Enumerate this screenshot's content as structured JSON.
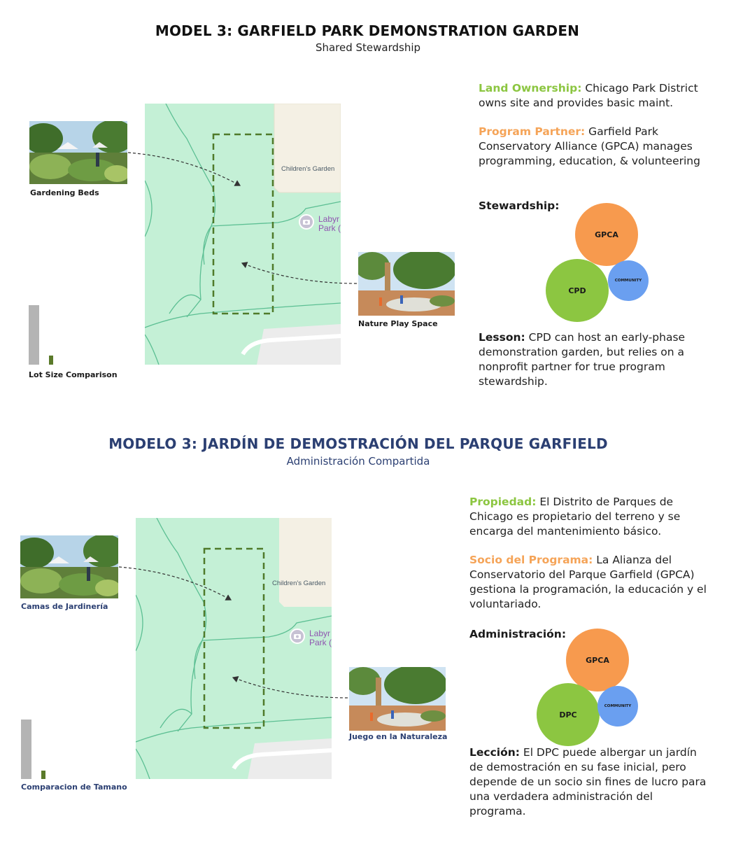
{
  "english": {
    "title": "MODEL 3: GARFIELD PARK DEMONSTRATION GARDEN",
    "subtitle": "Shared Stewardship",
    "map": {
      "childrens_garden": "Children's Garden",
      "poi_line1": "Labyr",
      "poi_line2": "Park ("
    },
    "photo_caption_1": "Gardening Beds",
    "photo_caption_2": "Nature Play Space",
    "lot_size_label": "Lot Size Comparison",
    "land_ownership_label": "Land Ownership:",
    "land_ownership_text": " Chicago Park District owns site and provides basic maint.",
    "program_partner_label": "Program Partner:",
    "program_partner_text": " Garfield Park Conservatory Alliance (GPCA) manages programming, education, & volunteering",
    "stewardship_label": "Stewardship:",
    "circle_gpca": "GPCA",
    "circle_main": "CPD",
    "circle_community": "COMMUNITY",
    "lesson_label": "Lesson:",
    "lesson_text": " CPD can host an early-phase demonstration garden, but relies on a nonprofit partner for true program stewardship."
  },
  "spanish": {
    "title": "MODELO 3: JARDÍN DE DEMOSTRACIÓN DEL PARQUE GARFIELD",
    "subtitle": "Administración Compartida",
    "map": {
      "childrens_garden": "Children's Garden",
      "poi_line1": "Labyr",
      "poi_line2": "Park ("
    },
    "photo_caption_1": "Camas de Jardinería",
    "photo_caption_2": "Juego en la Naturaleza",
    "lot_size_label": "Comparacion de Tamano",
    "land_ownership_label": "Propiedad:",
    "land_ownership_text": " El Distrito de Parques de Chicago es propietario del terreno y se encarga del mantenimiento básico.",
    "program_partner_label": "Socio del Programa:",
    "program_partner_text": " La Alianza del Conservatorio del Parque Garfield (GPCA) gestiona la programación, la educación y el voluntariado.",
    "stewardship_label": "Administración:",
    "circle_gpca": "GPCA",
    "circle_main": "DPC",
    "circle_community": "COMMUNITY",
    "lesson_label": "Lección:",
    "lesson_text": " El DPC puede albergar un jardín de demostración en su fase inicial, pero depende de un socio sin fines de lucro para una verdadera administración del programa."
  },
  "colors": {
    "green_label": "#8cc641",
    "orange_label": "#f5a458",
    "community_blue": "#6a9ff0",
    "spanish_heading": "#2b3f72",
    "map_park": "#c4f0d6",
    "map_path": "#5cbf93",
    "lot_outline": "#4f7a2a",
    "bar_large": "#b4b4b4",
    "bar_small": "#5a7a2a"
  },
  "icons": {
    "map_poi": "camera-pin-icon"
  }
}
